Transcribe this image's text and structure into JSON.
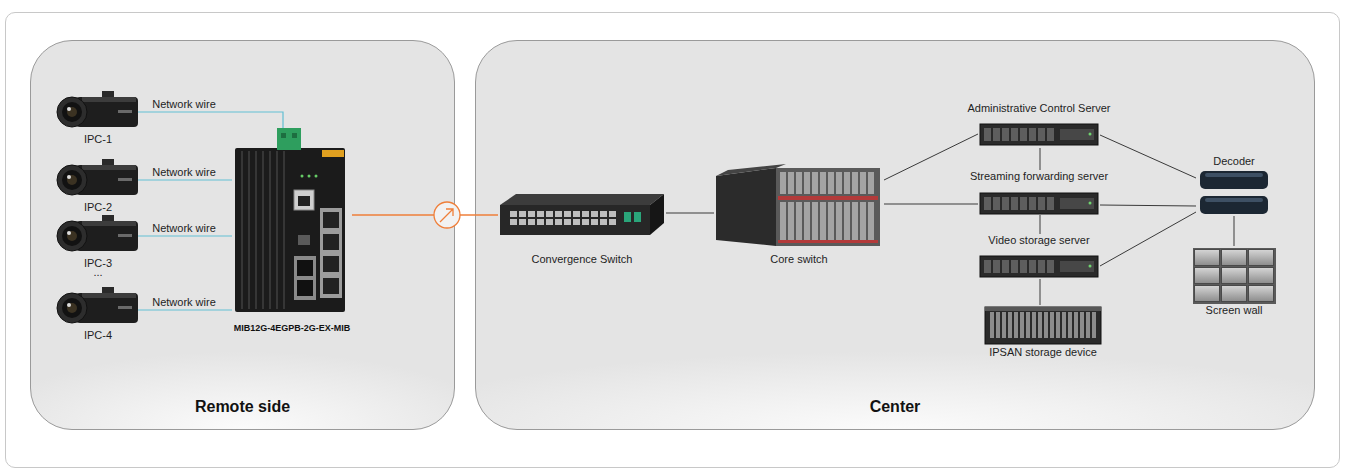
{
  "diagram": {
    "nodes": [
      {
        "text": [
          "Remote side"
        ]
      },
      {
        "text": [
          "IPC-1"
        ],
        "in": 0
      },
      {
        "text": [
          "IPC-2"
        ],
        "in": 0
      },
      {
        "text": [
          "IPC-3"
        ],
        "in": 0
      },
      {
        "text": [
          "IPC-4"
        ],
        "in": 0
      },
      {
        "text": [
          "MIB12G-4EGPB-2G-EX-MIB"
        ],
        "in": 0
      },
      {
        "text": [
          "Center"
        ]
      },
      {
        "text": [
          "Convergence Switch"
        ],
        "in": 6
      },
      {
        "text": [
          "Core switch"
        ],
        "in": 6
      },
      {
        "text": [
          "Administrative Control Server"
        ],
        "in": 6
      },
      {
        "text": [
          "Streaming forwarding server"
        ],
        "in": 6
      },
      {
        "text": [
          "Video storage server"
        ],
        "in": 6
      },
      {
        "text": [
          "IPSAN storage device"
        ],
        "in": 6
      },
      {
        "text": [
          "Decoder"
        ],
        "in": 6
      },
      {
        "text": [
          "Screen wall"
        ],
        "in": 6
      }
    ],
    "edges": [
      {
        "from": 1,
        "to": 5,
        "label": "Network wire",
        "arrow": "none"
      },
      {
        "from": 2,
        "to": 5,
        "label": "Network wire",
        "arrow": "none"
      },
      {
        "from": 3,
        "to": 5,
        "label": "Network wire",
        "arrow": "none"
      },
      {
        "from": 4,
        "to": 5,
        "label": "Network wire",
        "arrow": "none"
      },
      {
        "from": 5,
        "to": 7,
        "arrow": "none"
      },
      {
        "from": 7,
        "to": 8,
        "arrow": "none"
      },
      {
        "from": 8,
        "to": 9,
        "arrow": "none"
      },
      {
        "from": 8,
        "to": 10,
        "arrow": "none"
      },
      {
        "from": 9,
        "to": 10,
        "arrow": "none"
      },
      {
        "from": 10,
        "to": 11,
        "arrow": "none"
      },
      {
        "from": 11,
        "to": 12,
        "arrow": "none"
      },
      {
        "from": 9,
        "to": 13,
        "arrow": "none"
      },
      {
        "from": 10,
        "to": 13,
        "arrow": "none"
      },
      {
        "from": 11,
        "to": 13,
        "arrow": "none"
      },
      {
        "from": 13,
        "to": 14,
        "arrow": "none"
      }
    ],
    "labels": [
      "..."
    ]
  }
}
